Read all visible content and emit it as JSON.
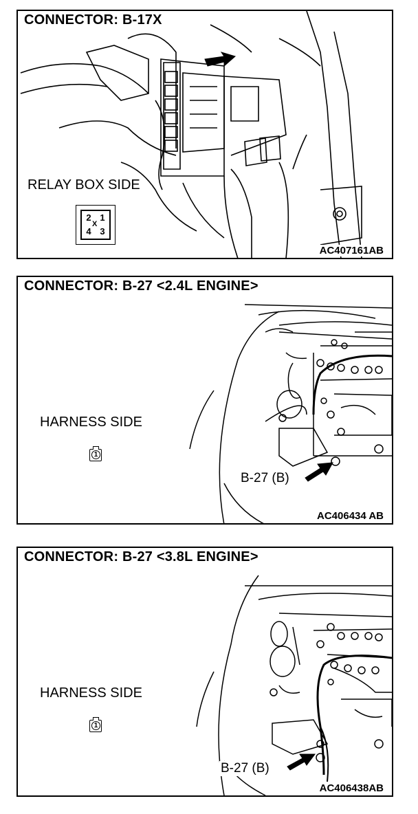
{
  "panels": [
    {
      "title": "CONNECTOR: B-17X",
      "side_label": "RELAY BOX SIDE",
      "figure_code": "AC407161AB",
      "pins": [
        "2",
        "1",
        "4",
        "3"
      ],
      "pin_center_mark": "X"
    },
    {
      "title": "CONNECTOR: B-27 <2.4L ENGINE>",
      "side_label": "HARNESS SIDE",
      "pin": "1",
      "callout": "B-27 (B)",
      "figure_code": "AC406434 AB"
    },
    {
      "title": "CONNECTOR: B-27 <3.8L ENGINE>",
      "side_label": "HARNESS SIDE",
      "pin": "1",
      "callout": "B-27 (B)",
      "figure_code": "AC406438AB"
    }
  ]
}
